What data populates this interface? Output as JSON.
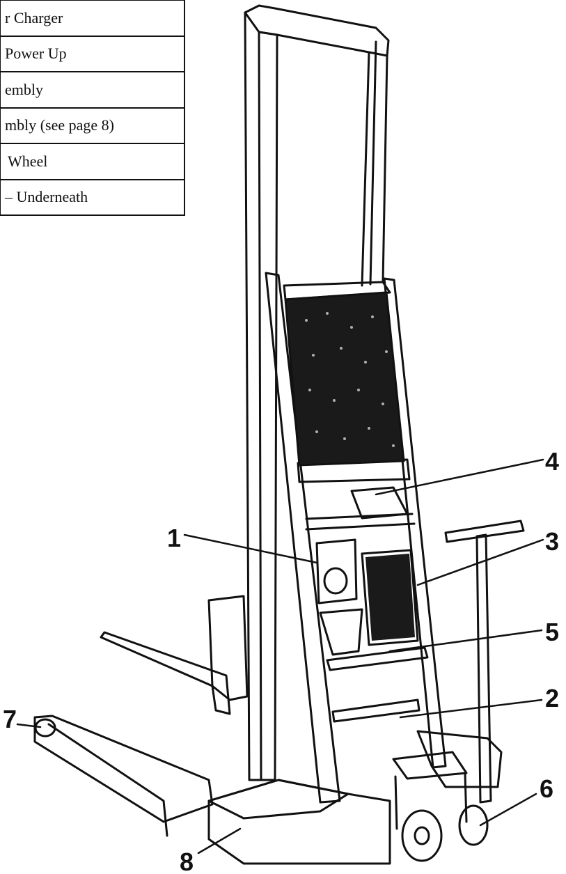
{
  "legend": {
    "rows": [
      {
        "text": "r Charger"
      },
      {
        "text": "Power Up"
      },
      {
        "text": "embly"
      },
      {
        "text": "mbly (see page 8)"
      },
      {
        "text": "Wheel"
      },
      {
        "text": "– Underneath"
      }
    ]
  },
  "callouts": [
    {
      "label": "1"
    },
    {
      "label": "2"
    },
    {
      "label": "3"
    },
    {
      "label": "4"
    },
    {
      "label": "5"
    },
    {
      "label": "6"
    },
    {
      "label": "7"
    },
    {
      "label": "8"
    }
  ]
}
